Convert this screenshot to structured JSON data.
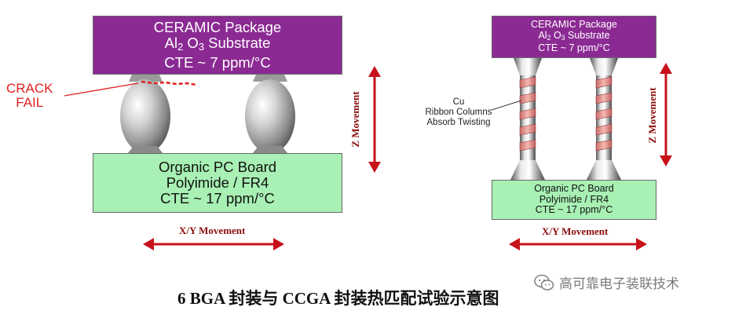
{
  "bga": {
    "ceramic": {
      "line1": "CERAMIC Package",
      "line2_a": "Al",
      "line2_sub1": "2",
      "line2_b": " O",
      "line2_sub2": "3",
      "line2_c": " Substrate",
      "line3": "CTE ~ 7 ppm/°C"
    },
    "board": {
      "line1": "Organic PC Board",
      "line2": "Polyimide / FR4",
      "line3": "CTE ~ 17 ppm/°C"
    },
    "crack_label": {
      "line1": "CRACK",
      "line2": "FAIL"
    },
    "z_movement": "Z Movement",
    "xy_movement": "X/Y Movement"
  },
  "ccga": {
    "ceramic": {
      "line1": "CERAMIC Package",
      "line2_a": "Al",
      "line2_sub1": "2",
      "line2_b": " O",
      "line2_sub2": "3",
      "line2_c": " Substrate",
      "line3": "CTE ~ 7 ppm/°C"
    },
    "board": {
      "line1": "Organic PC Board",
      "line2": "Polyimide / FR4",
      "line3": "CTE ~ 17 ppm/°C"
    },
    "column_label": {
      "line1": "Cu",
      "line2": "Ribbon Columns",
      "line3": "Absorb Twisting"
    },
    "z_movement": "Z Movement",
    "xy_movement": "X/Y Movement"
  },
  "caption": "6 BGA 封装与 CCGA 封装热匹配试验示意图",
  "watermark": {
    "icon": "wechat-icon",
    "text": "高可靠电子装联技术"
  },
  "colors": {
    "ceramic": "#8b2a93",
    "board": "#a8f0b4",
    "arrow": "#c8121b",
    "crack": "#e02020"
  }
}
